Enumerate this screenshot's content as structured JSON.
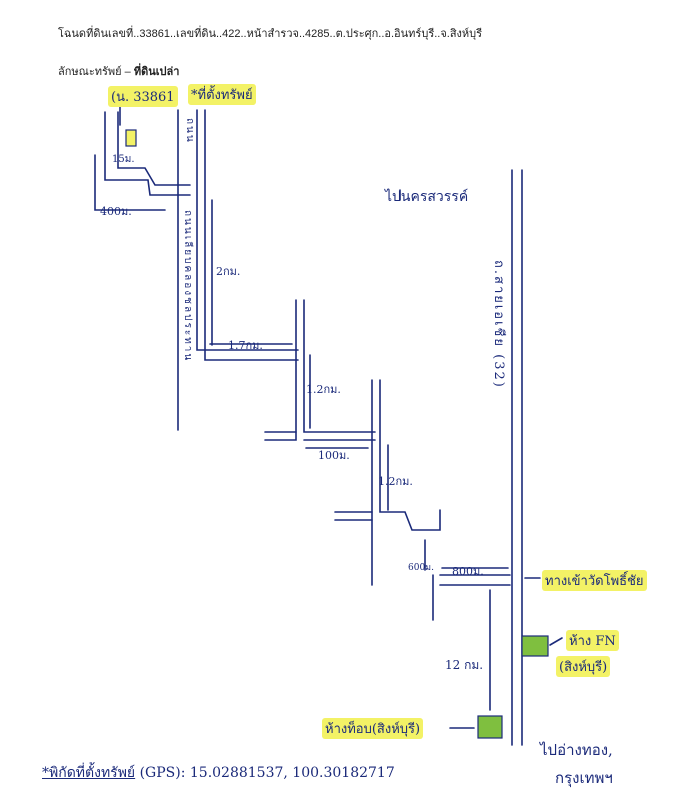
{
  "header": {
    "line1": "โฉนดที่ดินเลขที่..33861..เลขที่ดิน..422..หน้าสำรวจ..4285..ต.ประศุก..อ.อินทร์บุรี..จ.สิงห์บุรี",
    "asset_label": "ลักษณะทรัพย์ – ",
    "asset_type": "ที่ดินเปล่า"
  },
  "labels": {
    "deed_no": "(น. 33861",
    "property": "*ที่ตั้งทรัพย์",
    "d_15m": "15ม.",
    "d_400m_a": "400ม.",
    "d_2km": "2กม.",
    "d_1_7km": "1.7กม.",
    "d_1_2km_a": "1.2กม.",
    "d_100m": "100ม.",
    "d_1_2km_b": "1.2กม.",
    "d_600m": "600ม.",
    "d_800m": "800ม.",
    "d_12km": "12 กม.",
    "to_nakhon_sawan": "ไปนครสวรรค์",
    "highway": "ถ.สายเอเชีย (32)",
    "wat_entrance": "ทางเข้าวัดโพธิ์ชัย",
    "fn_store_1": "ห้าง FN",
    "fn_store_2": "(สิงห์บุรี)",
    "thom_store": "ห้างท็อบ(สิงห์บุรี)",
    "to_angthong_1": "ไปอ่างทอง,",
    "to_angthong_2": "กรุงเทพฯ",
    "road_left_vert": "ถนนเลียบคลองชลประทาน",
    "road_top_vert": "ถนน",
    "gps_label": "*พิกัดที่ตั้งทรัพย์",
    "gps_value": "(GPS): 15.02881537, 100.30182717"
  },
  "colors": {
    "ink": "#1b2a7a",
    "highlight": "#f3f266",
    "marker_fill": "#7fbf3f"
  }
}
